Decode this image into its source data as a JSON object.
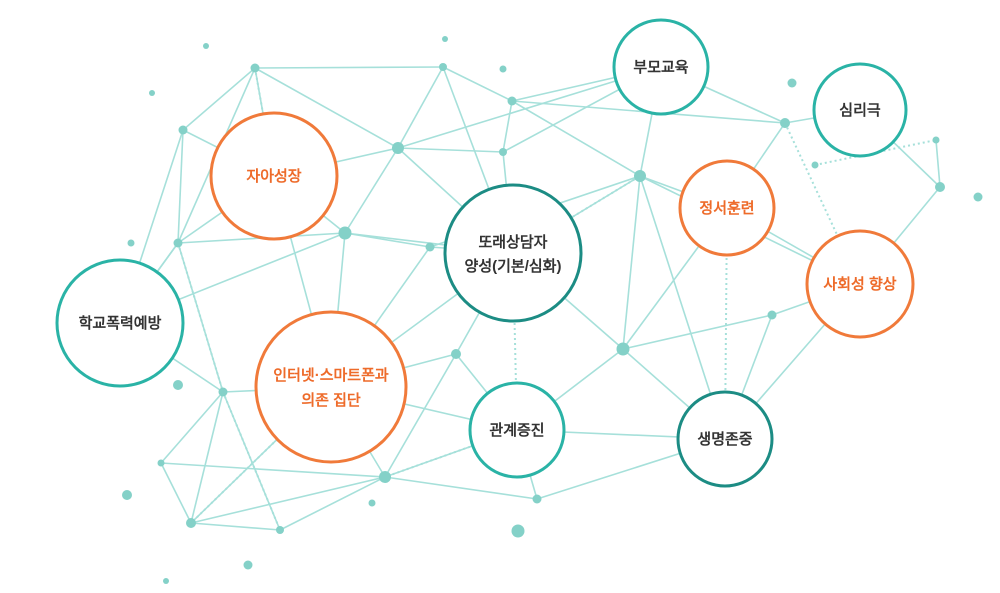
{
  "colors": {
    "line": "#a6e0da",
    "dot": "#84d1c8",
    "teal": "#2ab3a6",
    "dark_teal": "#1c8c84",
    "orange": "#f07a3a",
    "text_dark": "#333333",
    "text_orange": "#ee6b2a"
  },
  "nodes": {
    "self_growth": {
      "label": "자아성장",
      "style": "orange"
    },
    "violence_prevention": {
      "label": "학교폭력예방",
      "style": "teal"
    },
    "internet_group": {
      "line1": "인터넷·스마트폰과",
      "line2": "의존 집단",
      "style": "orange"
    },
    "peer_counselor": {
      "line1": "또래상담자",
      "line2": "양성(기본/심화)",
      "style": "dark_teal"
    },
    "relationship": {
      "label": "관계증진",
      "style": "teal"
    },
    "parent_edu": {
      "label": "부모교육",
      "style": "teal"
    },
    "emotion_training": {
      "label": "정서훈련",
      "style": "orange"
    },
    "psychodrama": {
      "label": "심리극",
      "style": "teal"
    },
    "sociality": {
      "label": "사회성 향상",
      "style": "orange"
    },
    "life_respect": {
      "label": "생명존중",
      "style": "dark_teal"
    }
  }
}
